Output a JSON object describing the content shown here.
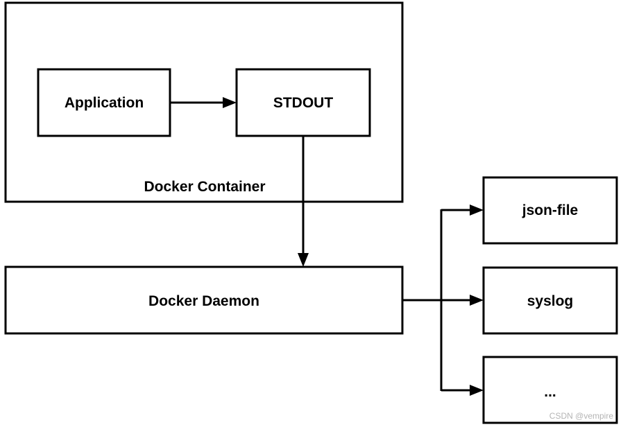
{
  "nodes": {
    "docker_container": "Docker Container",
    "application": "Application",
    "stdout": "STDOUT",
    "docker_daemon": "Docker Daemon",
    "json_file": "json-file",
    "syslog": "syslog",
    "more": "..."
  },
  "edges": [
    {
      "from": "Application",
      "to": "STDOUT"
    },
    {
      "from": "STDOUT",
      "to": "Docker Daemon"
    },
    {
      "from": "Docker Daemon",
      "to": "json-file"
    },
    {
      "from": "Docker Daemon",
      "to": "syslog"
    },
    {
      "from": "Docker Daemon",
      "to": "..."
    }
  ],
  "watermark": "CSDN @vempire",
  "colors": {
    "stroke": "#000000",
    "background": "#ffffff",
    "watermark": "#b4b4b4"
  }
}
